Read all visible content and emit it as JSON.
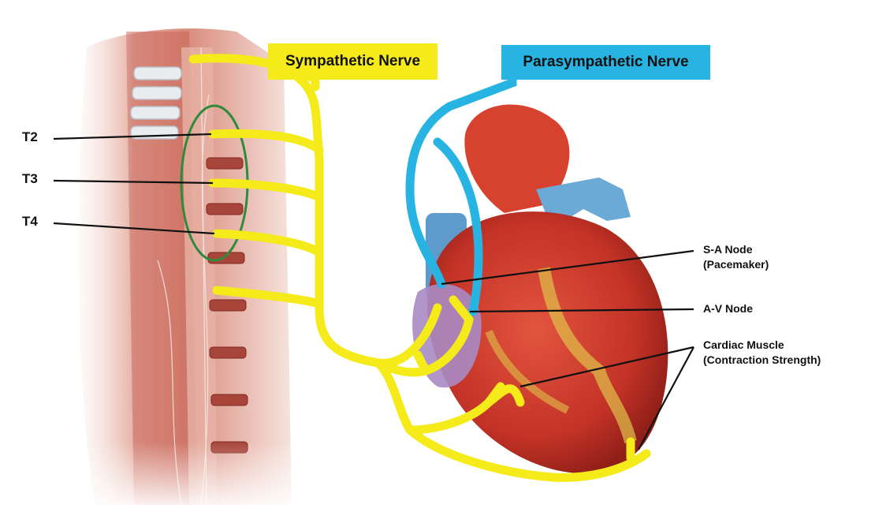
{
  "banners": {
    "sympathetic": "Sympathetic Nerve",
    "parasympathetic": "Parasympathetic Nerve"
  },
  "vertebra_labels": [
    "T2",
    "T3",
    "T4"
  ],
  "structure_labels": {
    "sa_node": [
      "S-A Node",
      "(Pacemaker)"
    ],
    "av_node": "A-V Node",
    "cardiac_muscle": [
      "Cardiac Muscle",
      "(Contraction Strength)"
    ]
  },
  "colors": {
    "sympathetic": "#f5ea1a",
    "parasympathetic": "#27b4e2",
    "heart": "#c93a2a",
    "highlight_ring": "#2e8b3c"
  }
}
